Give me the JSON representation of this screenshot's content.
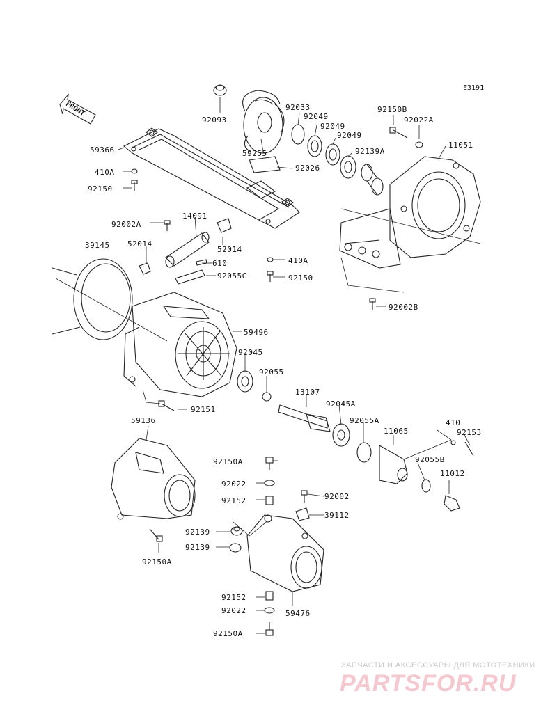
{
  "diagram": {
    "code": "E3191",
    "front_label": "FRONT",
    "parts": {
      "p92093": "92093",
      "p92033": "92033",
      "p92049a": "92049",
      "p92049b": "92049",
      "p92049c": "92049",
      "p92150B": "92150B",
      "p92022A": "92022A",
      "p11051": "11051",
      "p59366": "59366",
      "p59255": "59255",
      "p92026": "92026",
      "p92139A": "92139A",
      "p410A_1": "410A",
      "p92150_1": "92150",
      "p92002A": "92002A",
      "p14091": "14091",
      "p39145": "39145",
      "p52014_1": "52014",
      "p52014_2": "52014",
      "p610": "610",
      "p92055C": "92055C",
      "p410A_2": "410A",
      "p92150_2": "92150",
      "p92002B": "92002B",
      "p59496": "59496",
      "p92045": "92045",
      "p92055": "92055",
      "p13107": "13107",
      "p92045A": "92045A",
      "p92151": "92151",
      "p59136": "59136",
      "p92055A": "92055A",
      "p11065": "11065",
      "p410": "410",
      "p92153": "92153",
      "p92150A_1": "92150A",
      "p92055B": "92055B",
      "p11012": "11012",
      "p92022_1": "92022",
      "p92002": "92002",
      "p92152_1": "92152",
      "p39112": "39112",
      "p92139_1": "92139",
      "p92139_2": "92139",
      "p92150A_2": "92150A",
      "p92152_2": "92152",
      "p92022_2": "92022",
      "p59476": "59476",
      "p92150A_3": "92150A"
    }
  },
  "watermark": {
    "tagline": "ЗАПЧАСТИ И АКСЕССУАРЫ ДЛЯ МОТОТЕХНИКИ",
    "logo": "PARTSFOR.RU"
  },
  "colors": {
    "line": "#222222",
    "watermark_logo": "#f5c7cf",
    "watermark_text": "#c9c9c9"
  }
}
